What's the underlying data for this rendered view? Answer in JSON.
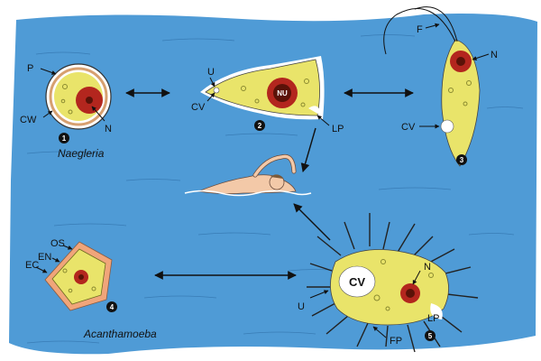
{
  "colors": {
    "water": "#4f9bd6",
    "water_dark": "#3a86c4",
    "cytoplasm": "#e9e46a",
    "nucleus": "#b3261e",
    "nucleus_core": "#5a1208",
    "cyst_wall": "#f0a57a"
  },
  "labels": {
    "p": "P",
    "cw": "CW",
    "n1": "N",
    "u1": "U",
    "cv1": "CV",
    "nu": "NU",
    "lp1": "LP",
    "f": "F",
    "n3": "N",
    "cv3": "CV",
    "os": "OS",
    "en": "EN",
    "ec": "EC",
    "cv5": "CV",
    "n5": "N",
    "u5": "U",
    "lp5": "LP",
    "fp": "FP"
  },
  "captions": {
    "naegleria": "Naegleria",
    "acanthamoeba": "Acanthamoeba"
  },
  "stages": [
    "1",
    "2",
    "3",
    "4",
    "5"
  ]
}
